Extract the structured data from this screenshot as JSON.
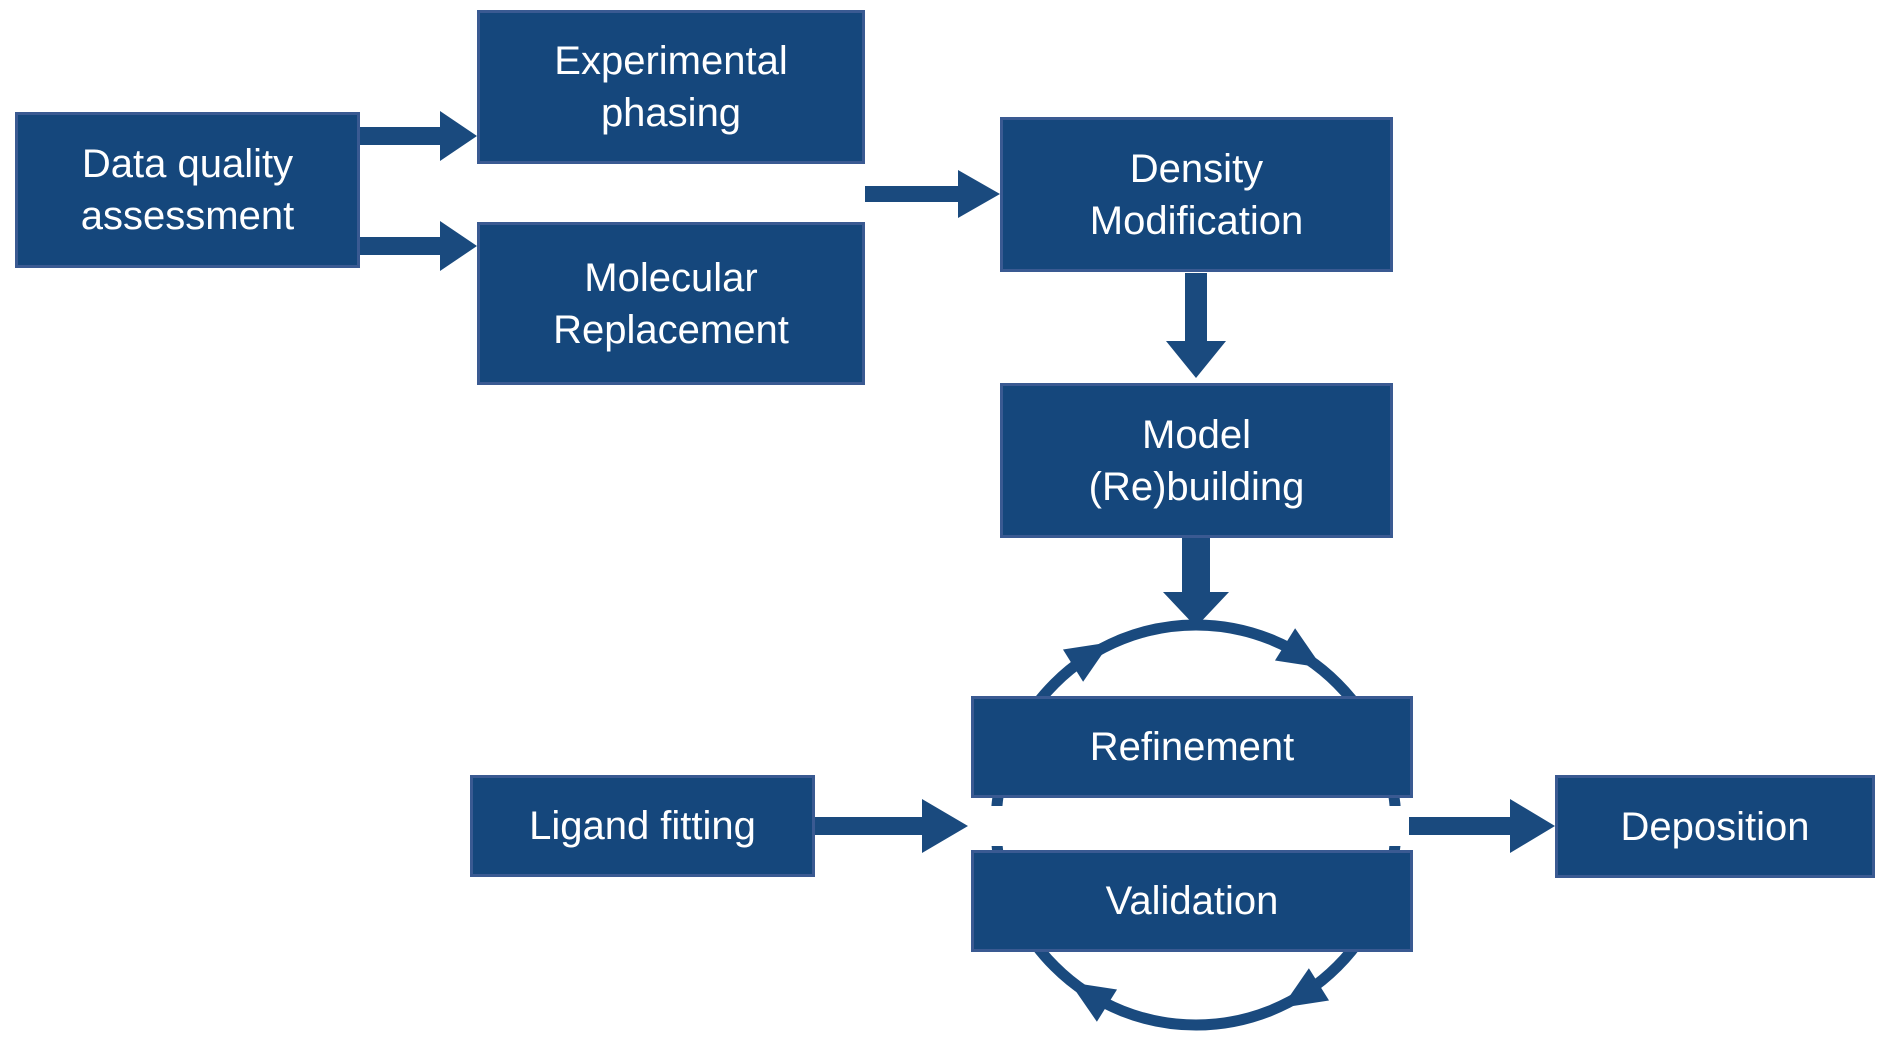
{
  "diagram": {
    "type": "flowchart",
    "background": "#ffffff",
    "colors": {
      "node_fill": "#15477C",
      "node_border": "#3A5A92",
      "arrow": "#1A4A7E",
      "text": "#ffffff"
    },
    "nodes": [
      {
        "id": "data-quality-assessment",
        "label": "Data quality assessment",
        "lines": [
          "Data quality",
          "assessment"
        ]
      },
      {
        "id": "experimental-phasing",
        "label": "Experimental phasing",
        "lines": [
          "Experimental",
          "phasing"
        ]
      },
      {
        "id": "molecular-replacement",
        "label": "Molecular Replacement",
        "lines": [
          "Molecular",
          "Replacement"
        ]
      },
      {
        "id": "density-modification",
        "label": "Density Modification",
        "lines": [
          "Density",
          "Modification"
        ]
      },
      {
        "id": "model-rebuilding",
        "label": "Model (Re)building",
        "lines": [
          "Model",
          "(Re)building"
        ]
      },
      {
        "id": "refinement",
        "label": "Refinement",
        "lines": [
          "Refinement"
        ]
      },
      {
        "id": "validation",
        "label": "Validation",
        "lines": [
          "Validation"
        ]
      },
      {
        "id": "ligand-fitting",
        "label": "Ligand fitting",
        "lines": [
          "Ligand fitting"
        ]
      },
      {
        "id": "deposition",
        "label": "Deposition",
        "lines": [
          "Deposition"
        ]
      }
    ],
    "edges": [
      {
        "from": "Data quality assessment",
        "to": "Experimental phasing"
      },
      {
        "from": "Data quality assessment",
        "to": "Molecular Replacement"
      },
      {
        "from": "Experimental phasing / Molecular Replacement",
        "to": "Density Modification"
      },
      {
        "from": "Density Modification",
        "to": "Model (Re)building"
      },
      {
        "from": "Model (Re)building",
        "to": "Refinement-Validation cycle"
      },
      {
        "from": "Ligand fitting",
        "to": "Refinement-Validation cycle"
      },
      {
        "from": "Refinement-Validation cycle",
        "to": "Deposition"
      }
    ],
    "cycle": {
      "between": [
        "Refinement",
        "Validation"
      ],
      "direction": "clockwise",
      "arrowheads": 4
    }
  }
}
